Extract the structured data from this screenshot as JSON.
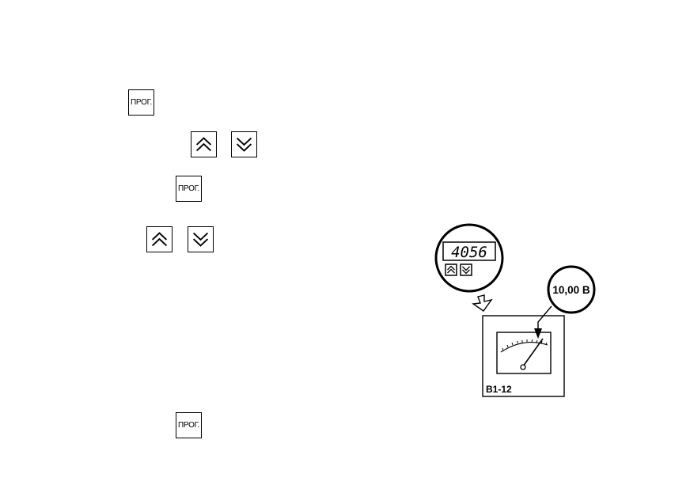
{
  "keys": {
    "prog_label": "ПРОГ."
  },
  "diagram": {
    "display_value": "4056",
    "voltage_label": "10,00 В",
    "instrument_label": "В1-12"
  }
}
